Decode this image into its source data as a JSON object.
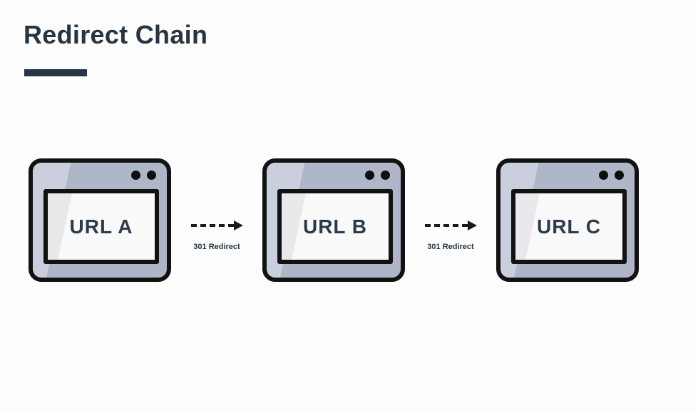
{
  "title": "Redirect Chain",
  "nodes": [
    {
      "label": "URL A"
    },
    {
      "label": "URL B"
    },
    {
      "label": "URL C"
    }
  ],
  "arrows": [
    {
      "label": "301 Redirect"
    },
    {
      "label": "301 Redirect"
    }
  ],
  "colors": {
    "heading": "#273442",
    "window_fill": "#aeb6c8",
    "window_highlight": "#c9cfdc",
    "screen_fill": "#f9f9f9",
    "outline": "#121212"
  }
}
